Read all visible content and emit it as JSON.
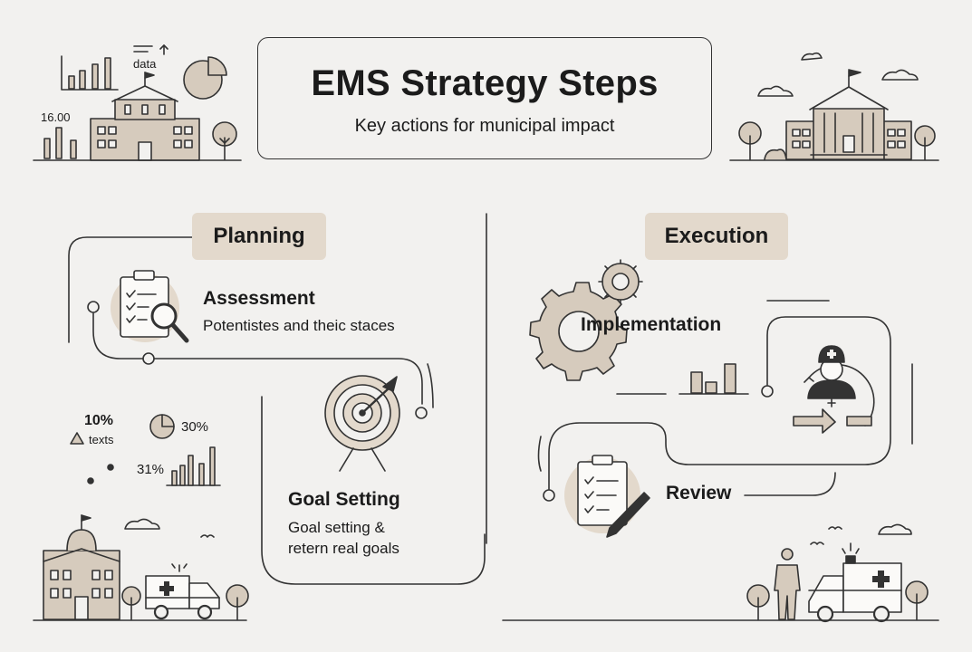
{
  "header": {
    "title": "EMS Strategy Steps",
    "subtitle": "Key actions for municipal impact"
  },
  "phases": {
    "planning": {
      "label": "Planning",
      "steps": [
        {
          "title": "Assessment",
          "description": "Potentistes and theic staces",
          "icon": "clipboard-magnifier-icon"
        },
        {
          "title": "Goal Setting",
          "description_lines": [
            "Goal setting &",
            "retern real goals"
          ],
          "icon": "target-arrow-icon"
        }
      ]
    },
    "execution": {
      "label": "Execution",
      "steps": [
        {
          "title": "Implementation",
          "icon": "gears-icon"
        },
        {
          "title": "Review",
          "icon": "clipboard-pencil-icon"
        }
      ]
    }
  },
  "decorations": {
    "top_left": {
      "data_label": "data",
      "value_label": "16.00"
    },
    "stats": {
      "percent_10": "10%",
      "texts_label": "texts",
      "percent_30": "30%",
      "percent_31": "31%"
    }
  },
  "colors": {
    "background": "#f2f1ef",
    "accent_tan": "#e3d9cc",
    "building_fill": "#d6cbbd",
    "line": "#333333"
  }
}
